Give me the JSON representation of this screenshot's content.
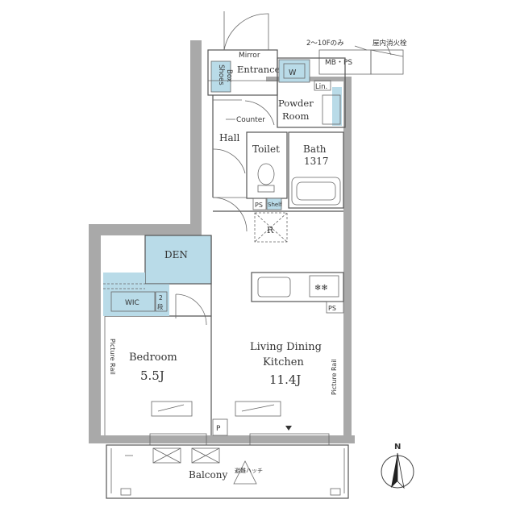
{
  "plan": {
    "rooms": {
      "shoes_box_line1": "Shoes",
      "shoes_box_line2": "Box",
      "mirror": "Mirror",
      "entrance": "Entrance",
      "w": "W",
      "lin": "Lin.",
      "powder_room_line1": "Powder",
      "powder_room_line2": "Room",
      "counter": "Counter",
      "hall": "Hall",
      "toilet": "Toilet",
      "bath_line1": "Bath",
      "bath_line2": "1317",
      "ps_upper": "PS",
      "shelf": "Shelf",
      "r": "R",
      "den": "DEN",
      "wic": "WIC",
      "step_line1": "2",
      "step_line2": "段",
      "ps_kitchen": "PS",
      "bedroom_name": "Bedroom",
      "bedroom_size": "5.5J",
      "ldk_line1": "Living Dining",
      "ldk_line2": "Kitchen",
      "ldk_size": "11.4J",
      "picture_rail_left": "Picture Rail",
      "picture_rail_right": "Picture Rail",
      "p": "P",
      "balcony": "Balcony",
      "evacuation_hatch": "避難ハッチ"
    },
    "notes": {
      "floors_note": "2～10Fのみ",
      "fire_hydrant": "屋内消火栓",
      "mb_ps": "MB・PS"
    },
    "compass": {
      "north": "N"
    },
    "colors": {
      "wall": "#a9a9a9",
      "storage_blue": "#b9dbe8",
      "line": "#555555"
    }
  }
}
